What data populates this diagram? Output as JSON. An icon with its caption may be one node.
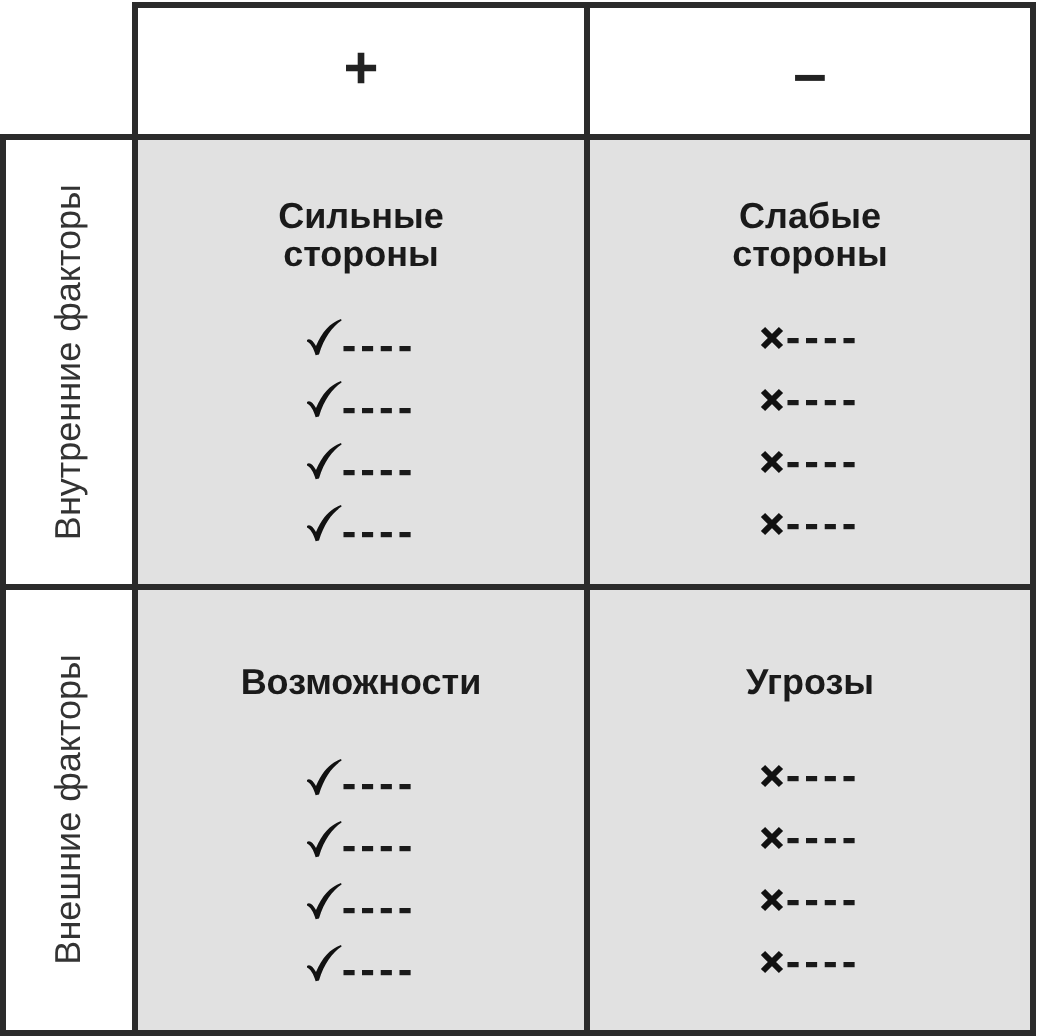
{
  "diagram": {
    "nodes": [
      {
        "text": [
          "+"
        ]
      },
      {
        "text": [
          "–"
        ]
      },
      {
        "text": [
          "Внутренние факторы"
        ]
      },
      {
        "text": [
          "Сильные стороны",
          "----",
          "----",
          "----",
          "----"
        ]
      },
      {
        "text": [
          "Слабые стороны",
          "----",
          "----",
          "----",
          "----"
        ]
      },
      {
        "text": [
          "Внешние факторы"
        ]
      },
      {
        "text": [
          "Возможности",
          "----",
          "----",
          "----",
          "----"
        ]
      },
      {
        "text": [
          "Угрозы",
          "----",
          "----",
          "----",
          "----"
        ]
      }
    ]
  }
}
